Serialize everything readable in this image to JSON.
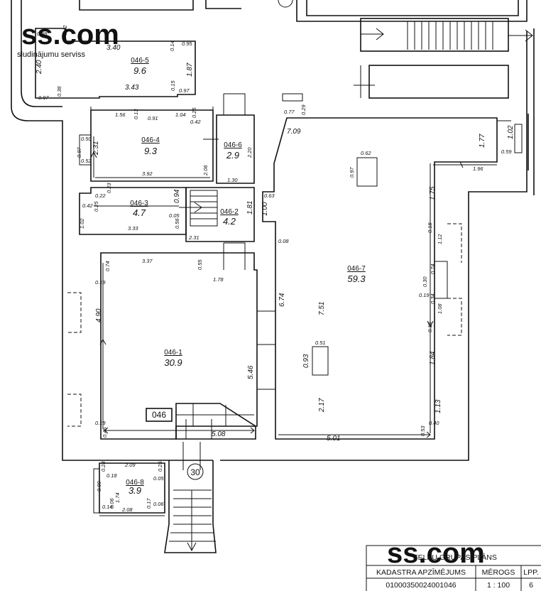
{
  "watermark": {
    "logo": "ss.com",
    "tagline": "sludinājumu serviss"
  },
  "building": {
    "label": "046",
    "entrance": "30"
  },
  "rooms": [
    {
      "id": "046-1",
      "area": "30.9"
    },
    {
      "id": "046-2",
      "area": "4.2"
    },
    {
      "id": "046-3",
      "area": "4.7"
    },
    {
      "id": "046-4",
      "area": "9.3"
    },
    {
      "id": "046-5",
      "area": "9.6"
    },
    {
      "id": "046-6",
      "area": "2.9"
    },
    {
      "id": "046-7",
      "area": "59.3"
    },
    {
      "id": "046-8",
      "area": "3.9"
    }
  ],
  "dims": [
    "0.98",
    "0.42",
    "3.40",
    "0.14",
    "0.95",
    "2.40",
    "1.87",
    "0.97",
    "0.38",
    "3.43",
    "0.15",
    "0.97",
    "1.56",
    "0.13",
    "0.91",
    "1.04",
    "0.25",
    "0.42",
    "0.50",
    "0.97",
    "2.31",
    "0.52",
    "3.92",
    "2.06",
    "2.20",
    "1.30",
    "0.77",
    "0.29",
    "7.09",
    "0.62",
    "0.97",
    "1.77",
    "1.02",
    "0.59",
    "1.96",
    "0.22",
    "0.23",
    "0.42",
    "0.25",
    "1.02",
    "0.94",
    "0.05",
    "0.56",
    "3.33",
    "1.81",
    "2.31",
    "0.63",
    "1.00",
    "0.08",
    "1.75",
    "3.37",
    "0.74",
    "0.55",
    "0.19",
    "1.78",
    "4.90",
    "6.74",
    "7.51",
    "0.18",
    "1.12",
    "0.74",
    "0.30",
    "0.19",
    "0.34",
    "1.08",
    "0.18",
    "0.51",
    "0.93",
    "5.46",
    "1.84",
    "2.17",
    "1.13",
    "0.40",
    "0.18",
    "0.45",
    "5.08",
    "5.01",
    "0.53",
    "2.09",
    "0.28",
    "0.18",
    "0.25",
    "0.90",
    "0.05",
    "1.74",
    "0.14",
    "0.06",
    "2.08",
    "0.17",
    "0.06"
  ],
  "title_block": {
    "title": "TELPU GRUPAS PLĀNS",
    "col_cadastre": "KADASTRA APZĪMĒJUMS",
    "col_scale": "MĒROGS",
    "col_page": "LPP.",
    "cadastre": "01000350024001046",
    "scale": "1 : 100",
    "page": "6"
  }
}
